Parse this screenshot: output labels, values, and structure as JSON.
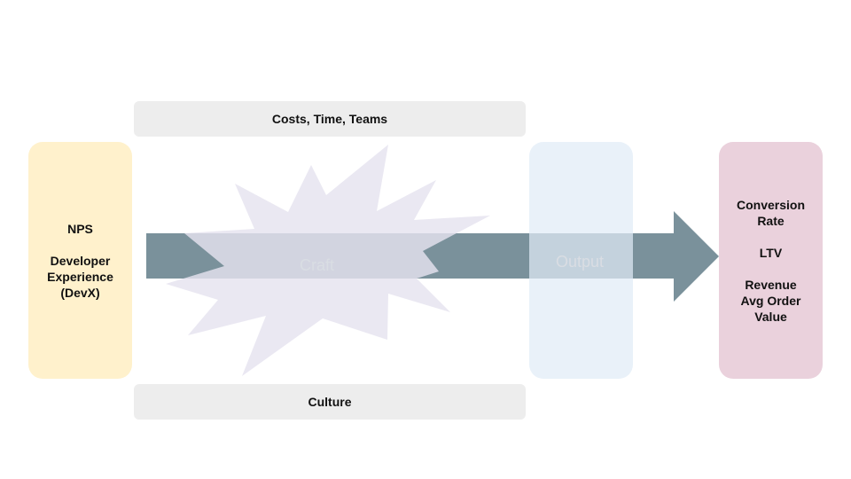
{
  "top_bar": {
    "label": "Costs, Time, Teams"
  },
  "bottom_bar": {
    "label": "Culture"
  },
  "left_box": {
    "lines": [
      "NPS",
      "Developer",
      "Experience",
      "(DevX)"
    ]
  },
  "right_box": {
    "lines": [
      "Conversion",
      "Rate",
      "LTV",
      "Revenue",
      "Avg Order",
      "Value"
    ]
  },
  "middle": {
    "craft": "Craft",
    "output": "Output"
  },
  "colors": {
    "left_box": "#fff1cc",
    "right_box": "#ead1dc",
    "output_box": "#e1ebf7",
    "arrow": "#7a919b",
    "starburst": "#e5e3ef",
    "bars": "#ededed"
  }
}
